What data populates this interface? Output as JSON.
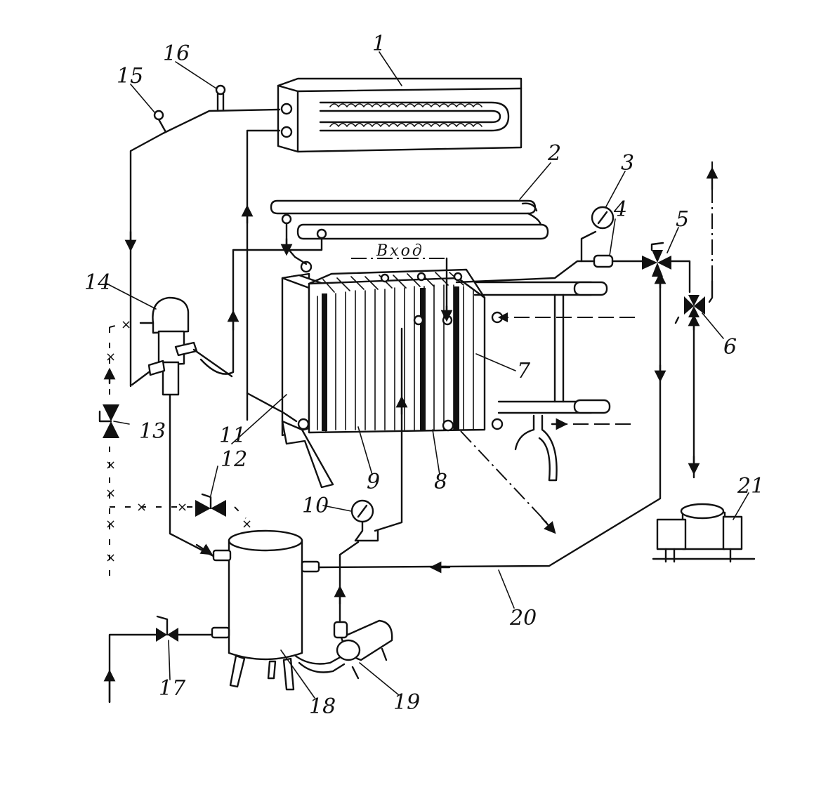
{
  "diagram": {
    "inlet_label": "Вход",
    "callouts": [
      "1",
      "2",
      "3",
      "4",
      "5",
      "6",
      "7",
      "8",
      "9",
      "10",
      "11",
      "12",
      "13",
      "14",
      "15",
      "16",
      "17",
      "18",
      "19",
      "20",
      "21"
    ]
  }
}
